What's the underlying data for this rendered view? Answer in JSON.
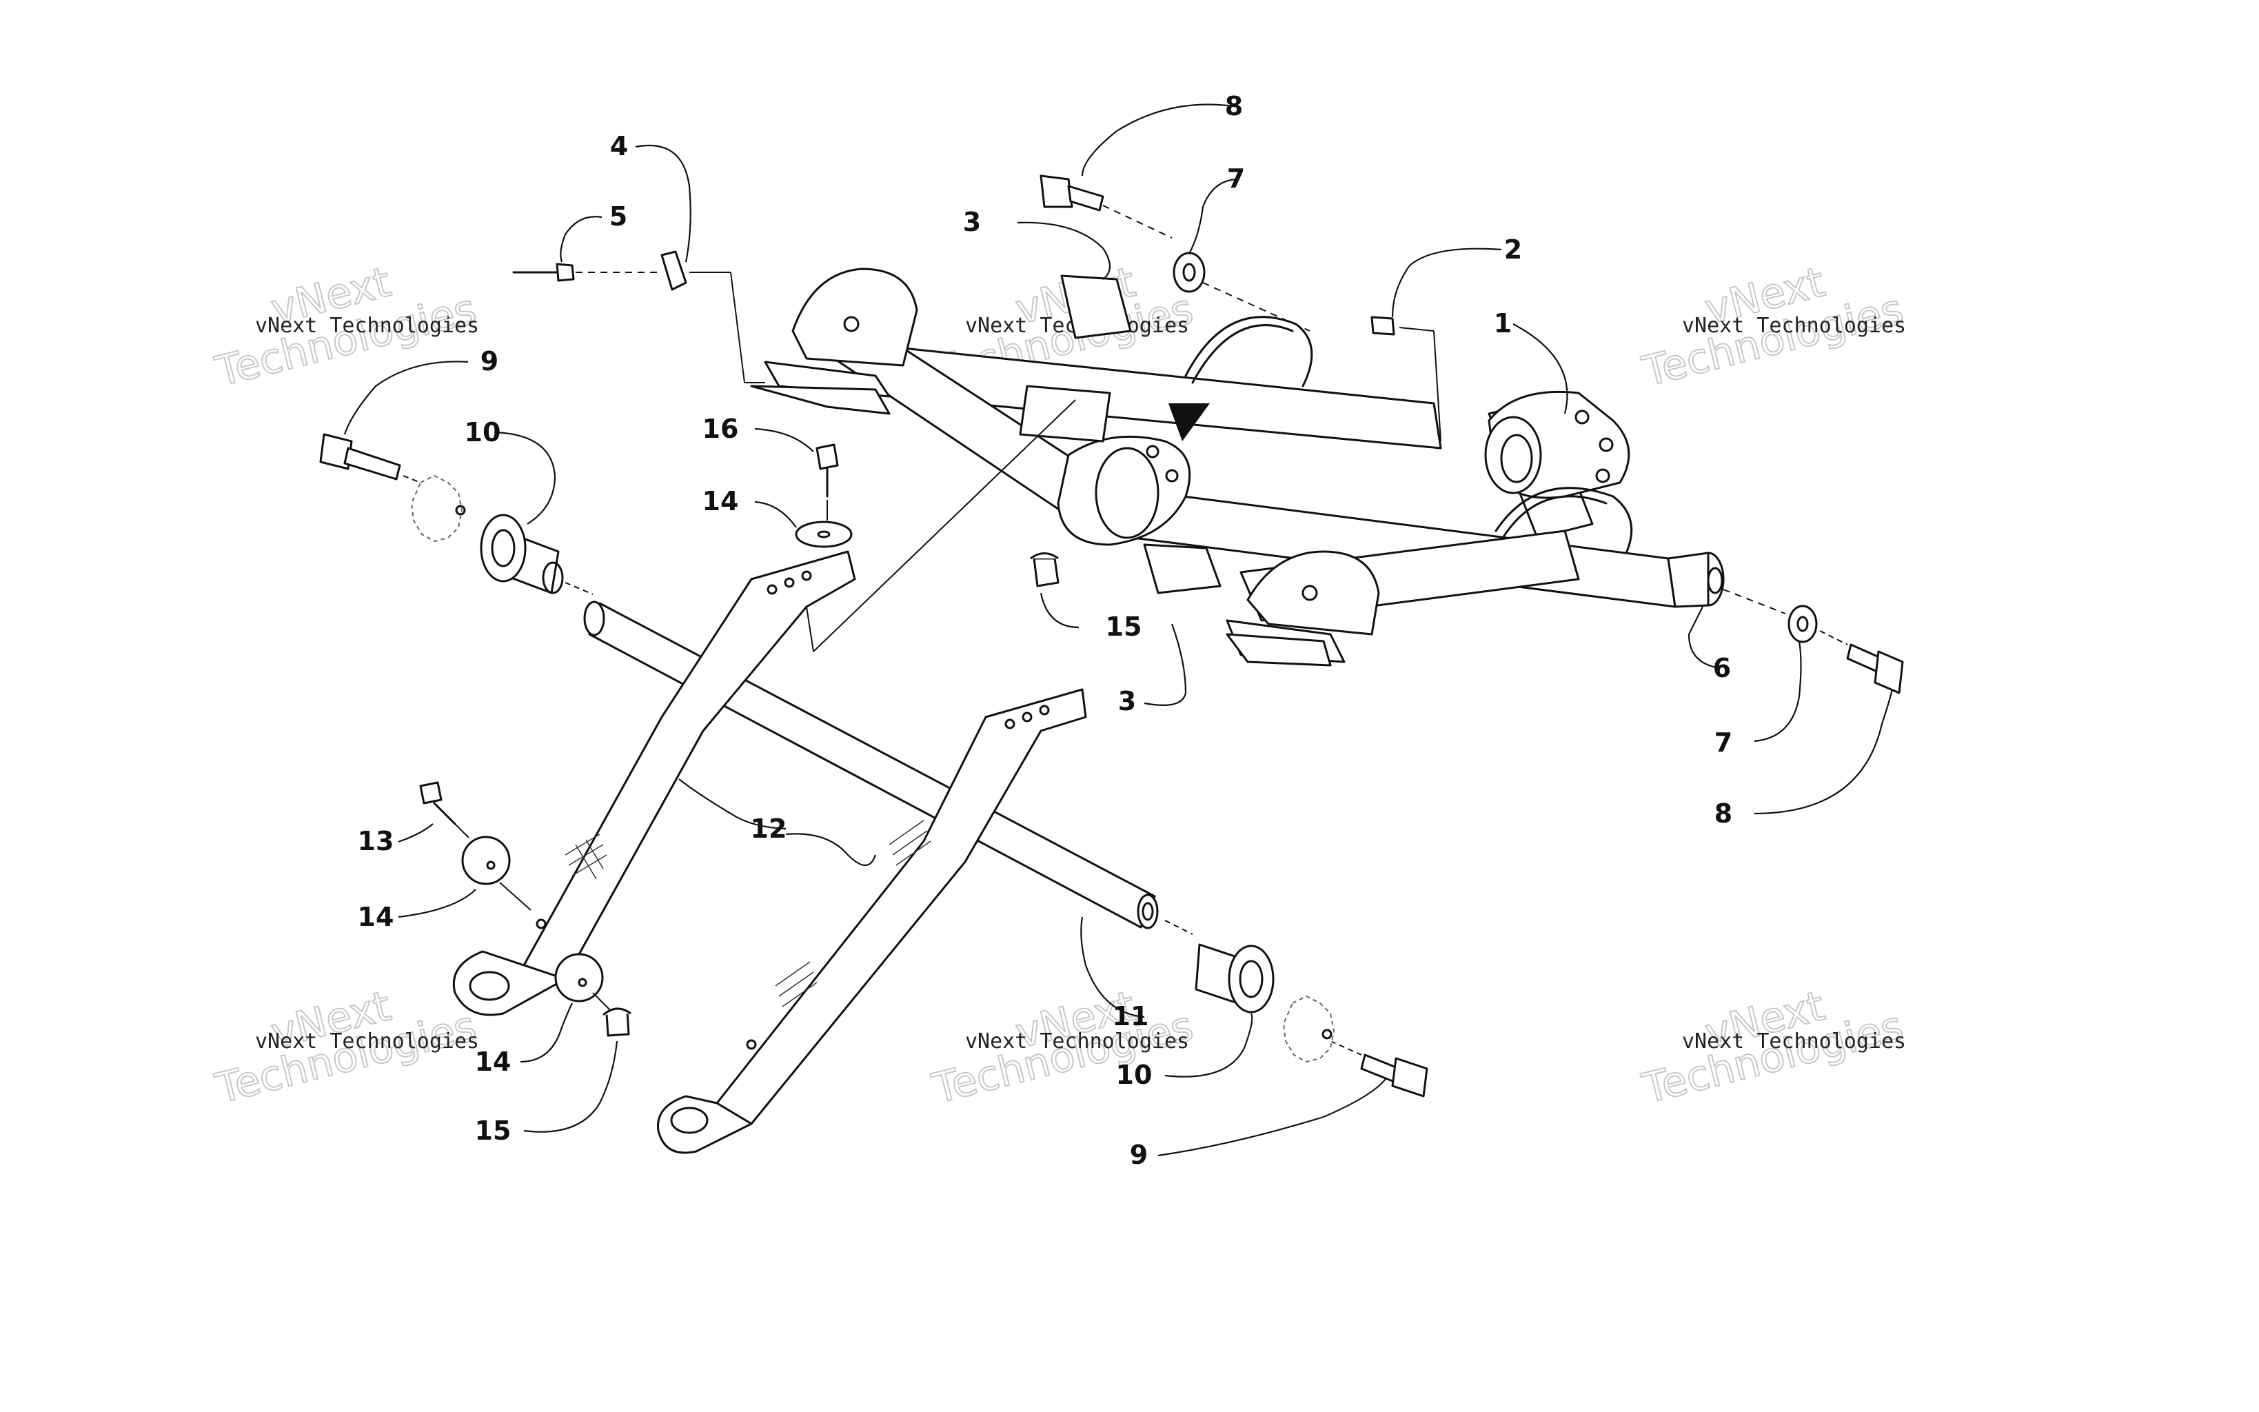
{
  "watermark": {
    "line1": "vNext Technologies",
    "line2": "vNext",
    "line3": "Technologies"
  },
  "callouts": {
    "c1": "1",
    "c2": "2",
    "c3a": "3",
    "c3b": "3",
    "c4": "4",
    "c5": "5",
    "c6": "6",
    "c7a": "7",
    "c7b": "7",
    "c8a": "8",
    "c8b": "8",
    "c9a": "9",
    "c9b": "9",
    "c10a": "10",
    "c10b": "10",
    "c11": "11",
    "c12": "12",
    "c13": "13",
    "c14a": "14",
    "c14b": "14",
    "c14c": "14",
    "c15a": "15",
    "c15b": "15",
    "c16": "16"
  }
}
